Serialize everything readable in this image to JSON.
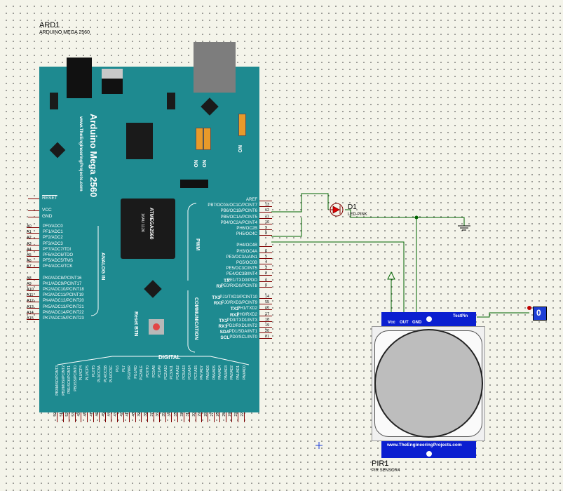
{
  "arduino": {
    "ref": "ARD1",
    "model": "ARDUINO MEGA 2560",
    "board_title": "Arduino Mega 2560",
    "board_url": "www.TheEngineeringProjects.com",
    "chip_name": "ATMEGA2560",
    "chip_sub": "16AU 1126",
    "reset_btn": "Reset BTN",
    "on1": "ON",
    "on2": "ON",
    "on3": "ON",
    "section_pwm": "PWM",
    "section_comm": "COMMUNICATION",
    "section_analog": "ANALOG IN",
    "section_digital": "DIGITAL",
    "left_power": [
      "RESET",
      "VCC",
      "GND"
    ],
    "left_analog": [
      {
        "pin": "A0",
        "label": "PF0/ADC0"
      },
      {
        "pin": "A1",
        "label": "PF1/ADC1"
      },
      {
        "pin": "A2",
        "label": "PF2/ADC2"
      },
      {
        "pin": "A3",
        "label": "PF3/ADC3"
      },
      {
        "pin": "A4",
        "label": "PF7/ADC7/TDI"
      },
      {
        "pin": "A5",
        "label": "PF6/ADC6/TDO"
      },
      {
        "pin": "A6",
        "label": "PF5/ADC5/TMS"
      },
      {
        "pin": "A7",
        "label": "PF4/ADC4/TCK"
      },
      {
        "pin": "A8",
        "label": "PK0/ADC8/PCINT16"
      },
      {
        "pin": "A9",
        "label": "PK1/ADC9/PCINT17"
      },
      {
        "pin": "A10",
        "label": "PK2/ADC10/PCINT18"
      },
      {
        "pin": "A11",
        "label": "PK3/ADC11/PCINT19"
      },
      {
        "pin": "A12",
        "label": "PK4/ADC12/PCINT20"
      },
      {
        "pin": "A13",
        "label": "PK5/ADC13/PCINT21"
      },
      {
        "pin": "A14",
        "label": "PK6/ADC14/PCINT22"
      },
      {
        "pin": "A15",
        "label": "PK7/ADC15/PCINT23"
      }
    ],
    "right_pins": [
      {
        "label": "AREF",
        "num": ""
      },
      {
        "label": "PB7/OC0A/OC1C/PCINT7",
        "num": "13"
      },
      {
        "label": "PB6/OC1B/PCINT6",
        "num": "12"
      },
      {
        "label": "PB5/OC1A/PCINT5",
        "num": "11"
      },
      {
        "label": "PB4/OC2A/PCINT4",
        "num": "10"
      },
      {
        "label": "PH6/OC2B",
        "num": "9"
      },
      {
        "label": "PH5/OC4C",
        "num": "8"
      },
      {
        "label": "PH4/OC4B",
        "num": "7"
      },
      {
        "label": "PH3/OC4A",
        "num": "6"
      },
      {
        "label": "PE3/OC3A/AIN1",
        "num": "5"
      },
      {
        "label": "PG5/OC0B",
        "num": "4"
      },
      {
        "label": "PE5/OC3C/INT5",
        "num": "3"
      },
      {
        "label": "PE4/OC3B/INT4",
        "num": "2"
      },
      {
        "label": "PE1/TXD0/PDO",
        "num": "1",
        "prefix": "TX"
      },
      {
        "label": "PE0/RXD0/PCINT8",
        "num": "0",
        "prefix": "RX"
      },
      {
        "label": "PJ1/TXD3/PCINT10",
        "num": "14",
        "prefix": "TX3"
      },
      {
        "label": "PJ0/RXD3/PCINT9",
        "num": "15",
        "prefix": "RX3"
      },
      {
        "label": "PH1/TXD2",
        "num": "16",
        "prefix": "TX2"
      },
      {
        "label": "PH0/RXD2",
        "num": "17",
        "prefix": "RX2"
      },
      {
        "label": "PD3/TXD1/INT3",
        "num": "18",
        "prefix": "TX1"
      },
      {
        "label": "PD2/RXD1/INT2",
        "num": "19",
        "prefix": "RX1"
      },
      {
        "label": "PD1/SDA/INT1",
        "num": "20",
        "prefix": "SDA"
      },
      {
        "label": "PD0/SCL/INT0",
        "num": "21",
        "prefix": "SCL"
      }
    ],
    "bottom_pins": [
      "PB3/MISO/PCINT3",
      "PB2/MOSI/PCINT2",
      "PB1/SCK/PCINT1",
      "PB0/SS/PCINT0",
      "PL0/ICP4",
      "PL1/ICP5",
      "PL2/T5",
      "PL3/OC5A",
      "PL4/OC5B",
      "PL5/OC5C",
      "PL6",
      "PL7",
      "PG0/WR",
      "PG1/RD",
      "PG2/ALE",
      "PD7/T0",
      "PC0/A8",
      "PC1/A9",
      "PC2/A10",
      "PC3/A11",
      "PC4/A12",
      "PC5/A13",
      "PC6/A14",
      "PC7/A15",
      "PA7/AD7",
      "PA6/AD6",
      "PA5/AD5",
      "PA4/AD4",
      "PA3/AD3",
      "PA2/AD2",
      "PA1/AD1",
      "PA0/AD0"
    ],
    "bottom_nums": [
      "50",
      "51",
      "52",
      "53",
      "49",
      "48",
      "47",
      "46",
      "45",
      "44",
      "43",
      "42",
      "41",
      "40",
      "39",
      "38",
      "37",
      "36",
      "35",
      "34",
      "33",
      "32",
      "31",
      "30",
      "29",
      "28",
      "27",
      "26",
      "25",
      "24",
      "23",
      "22"
    ]
  },
  "led": {
    "ref": "D1",
    "model": "LED-PINK"
  },
  "pir": {
    "ref": "PIR1",
    "model": "PIR SENSOR4",
    "vcc": "Vcc",
    "out": "OUT",
    "gnd": "GND",
    "testpin": "TestPin",
    "url": "www.TheEngineeringProjects.com"
  },
  "logic_state": {
    "value": "0"
  }
}
